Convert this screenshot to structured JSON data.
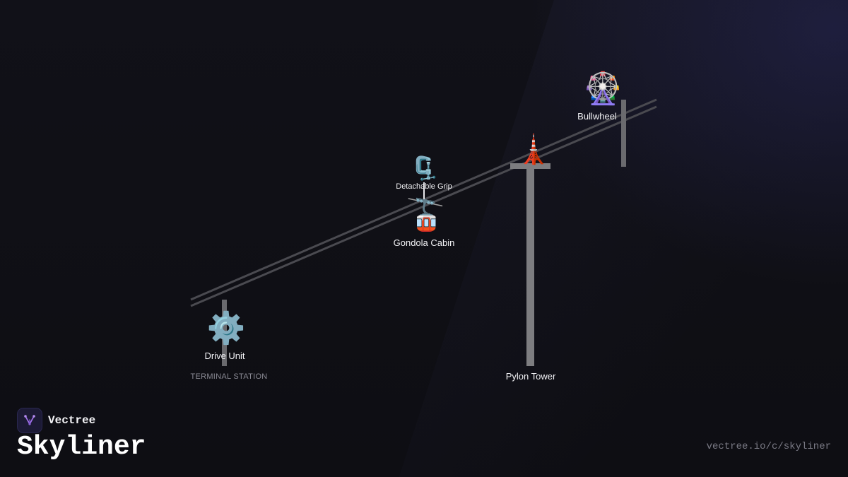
{
  "diagram": {
    "components": {
      "drive_unit": {
        "label": "Drive Unit",
        "icon": "gear-icon",
        "glyph": "⚙️"
      },
      "terminal_station": {
        "label": "TERMINAL STATION"
      },
      "detachable_grip": {
        "label": "Detachable Grip",
        "icon": "clamp-icon",
        "glyph": "🗜️"
      },
      "gondola_cabin": {
        "label": "Gondola Cabin",
        "icon": "aerial-tramway-icon",
        "glyph": "🚡"
      },
      "pylon_tower": {
        "label": "Pylon Tower",
        "icon": "tower-icon",
        "glyph": "🗼"
      },
      "bullwheel": {
        "label": "Bullwheel",
        "icon": "ferris-wheel-icon",
        "glyph": "🎡"
      }
    },
    "colors": {
      "cable": "#4a4a50",
      "tower": "#7d7d80",
      "background": "#0f0f14"
    }
  },
  "branding": {
    "company": "Vectree",
    "title": "Skyliner",
    "url": "vectree.io/c/skyliner",
    "logo_icon": "vectree-logo-icon"
  }
}
